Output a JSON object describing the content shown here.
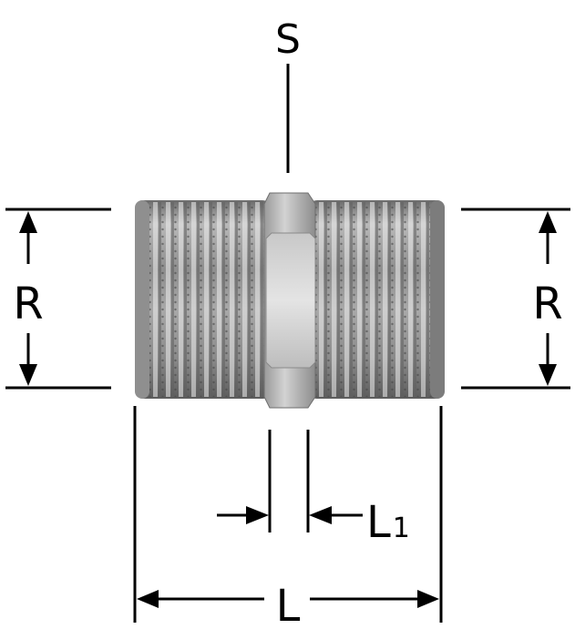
{
  "labels": {
    "s": "S",
    "r_left": "R",
    "r_right": "R",
    "l1_main": "L",
    "l1_sub": "1",
    "l": "L"
  }
}
